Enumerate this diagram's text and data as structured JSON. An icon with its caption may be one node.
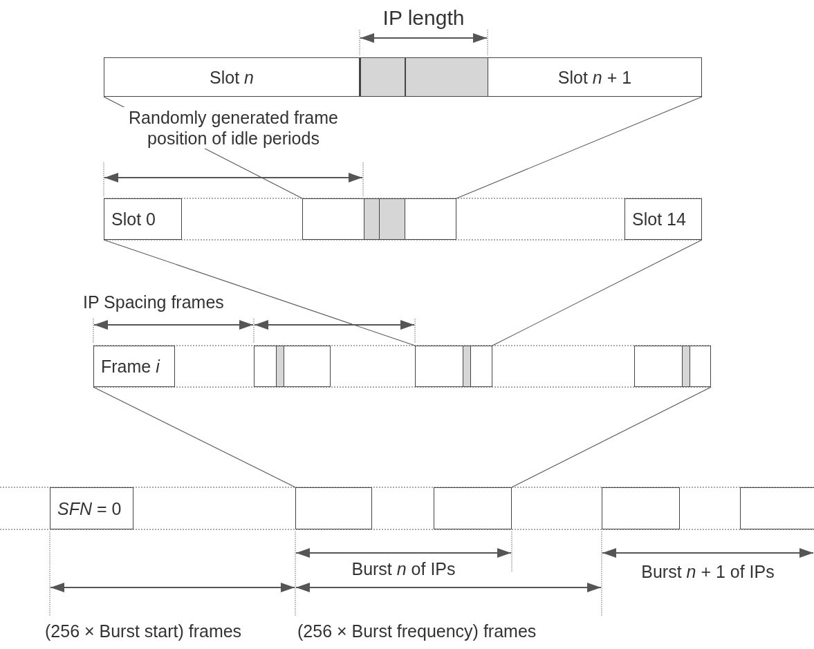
{
  "diagram": {
    "nodes": [
      {
        "text": [
          "Slot *n*"
        ]
      },
      {
        "text": [],
        "shape": "box"
      },
      {
        "text": [
          "Slot *n* + 1"
        ]
      },
      {
        "text": [
          "Slot 0"
        ]
      },
      {
        "text": [],
        "shape": "box"
      },
      {
        "text": [
          "Slot 14"
        ]
      },
      {
        "text": [
          "Frame *i*"
        ]
      },
      {
        "text": [],
        "shape": "box"
      },
      {
        "text": [],
        "shape": "box"
      },
      {
        "text": [],
        "shape": "box"
      },
      {
        "text": [
          "*SFN* = 0"
        ]
      },
      {
        "text": [],
        "shape": "box"
      },
      {
        "text": [],
        "shape": "box"
      },
      {
        "text": [],
        "shape": "box"
      },
      {
        "text": [],
        "shape": "box"
      }
    ],
    "edges": [
      {
        "from": 0,
        "to": 4,
        "arrow": "none"
      },
      {
        "from": 2,
        "to": 4,
        "arrow": "none"
      },
      {
        "from": 3,
        "to": 8,
        "arrow": "none"
      },
      {
        "from": 5,
        "to": 8,
        "arrow": "none"
      },
      {
        "from": 6,
        "to": 11,
        "arrow": "none"
      },
      {
        "from": 9,
        "to": 12,
        "arrow": "none"
      }
    ],
    "labels": [
      "IP length",
      "Randomly generated frame position of idle periods",
      "IP Spacing frames",
      "Burst *n* of IPs",
      "Burst *n* + 1 of IPs",
      "(256 × Burst start) frames",
      "(256 × Burst frequency) frames"
    ]
  }
}
